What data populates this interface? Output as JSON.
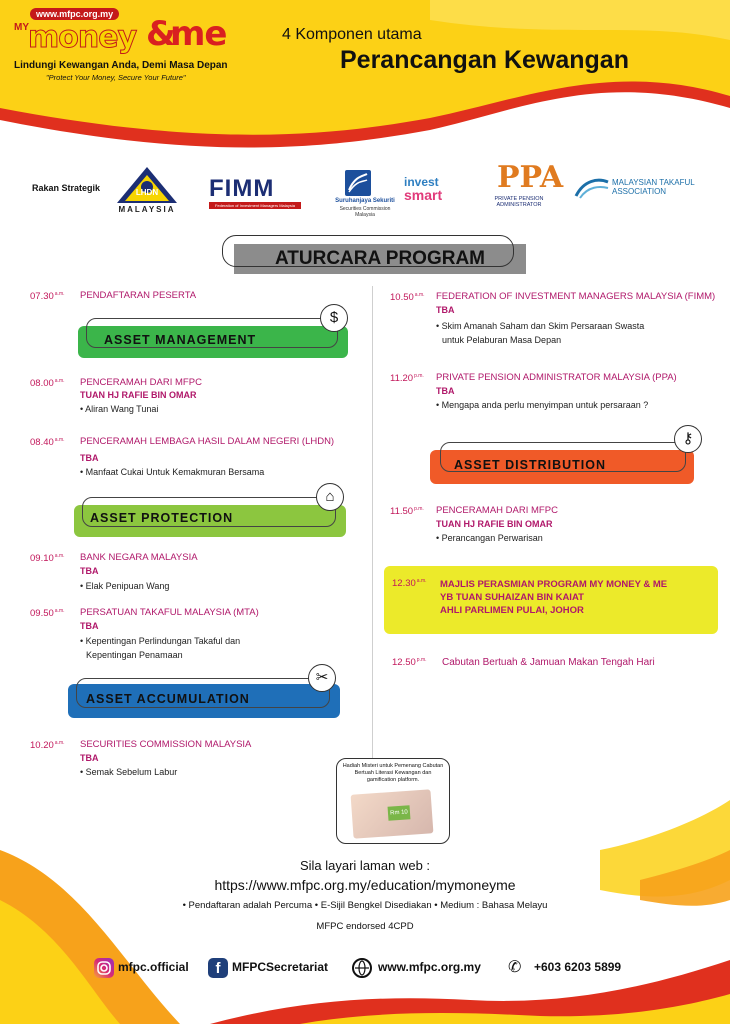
{
  "header": {
    "logo_url": "www.mfpc.org.my",
    "logo_my": "MY",
    "logo_money": "money",
    "logo_amp": "&",
    "logo_me": "me",
    "logo_tagline": "Lindungi Kewangan Anda, Demi Masa Depan",
    "logo_tagline_en": "\"Protect Your Money, Secure Your Future\"",
    "subtitle": "4 Komponen utama",
    "title": "Perancangan Kewangan"
  },
  "partners": {
    "label": "Rakan Strategik",
    "lhdn": "MALAYSIA",
    "lhdn_mark": "LHDN",
    "fimm": "FIMM",
    "fimm_sub": "Federation of Investment Managers Malaysia",
    "sc_name": "Suruhanjaya Sekuriti",
    "sc_en": "Securities Commission",
    "sc_country": "Malaysia",
    "invest": "invest",
    "smart": "smart",
    "ppa": "PPA",
    "ppa_text": "PRIVATE PENSION ADMINISTRATOR",
    "mta_line1": "MALAYSIAN TAKAFUL",
    "mta_line2": "ASSOCIATION"
  },
  "program_title": "ATURCARA PROGRAM",
  "sections": {
    "asset_management": "ASSET MANAGEMENT",
    "asset_protection": "ASSET PROTECTION",
    "asset_accumulation": "ASSET ACCUMULATION",
    "asset_distribution": "ASSET DISTRIBUTION"
  },
  "icons": {
    "asset_management": "gear-dollar-icon",
    "asset_protection": "house-icon",
    "asset_accumulation": "tools-icon",
    "asset_distribution": "key-icon"
  },
  "colors": {
    "green": "#3bb54a",
    "blue": "#1f6fb8",
    "orange": "#f05a28",
    "yellow": "#ecea2a",
    "magenta": "#b0186a",
    "header_yellow": "#fcd116"
  },
  "left": {
    "e1": {
      "time": "07.30",
      "ampm": "a.m.",
      "title": "PENDAFTARAN PESERTA"
    },
    "e2": {
      "time": "08.00",
      "ampm": "a.m.",
      "title": "PENCERAMAH DARI MFPC",
      "speaker": "TUAN HJ RAFIE BIN OMAR",
      "b1": "• Aliran Wang Tunai"
    },
    "e3": {
      "time": "08.40",
      "ampm": "a.m.",
      "title": "PENCERAMAH LEMBAGA HASIL DALAM NEGERI (LHDN)",
      "speaker": "TBA",
      "b1": "• Manfaat Cukai Untuk Kemakmuran Bersama"
    },
    "e4": {
      "time": "09.10",
      "ampm": "a.m.",
      "title": "BANK NEGARA MALAYSIA",
      "speaker": "TBA",
      "b1": "• Elak Penipuan Wang"
    },
    "e5": {
      "time": "09.50",
      "ampm": "a.m.",
      "title": "PERSATUAN TAKAFUL MALAYSIA (MTA)",
      "speaker": "TBA",
      "b1": "• Kepentingan Perlindungan Takaful dan",
      "b2": "Kepentingan Penamaan"
    },
    "e6": {
      "time": "10.20",
      "ampm": "a.m.",
      "title": "SECURITIES COMMISSION MALAYSIA",
      "speaker": "TBA",
      "b1": "• Semak Sebelum Labur"
    }
  },
  "right": {
    "e1": {
      "time": "10.50",
      "ampm": "a.m.",
      "title": "FEDERATION OF INVESTMENT MANAGERS MALAYSIA (FIMM)",
      "speaker": "TBA",
      "b1": "• Skim Amanah Saham dan Skim Persaraan Swasta",
      "b2": "untuk Pelaburan Masa Depan"
    },
    "e2": {
      "time": "11.20",
      "ampm": "p.m.",
      "title": "PRIVATE PENSION ADMINISTRATOR MALAYSIA (PPA)",
      "speaker": "TBA",
      "b1": "• Mengapa anda perlu menyimpan untuk persaraan ?"
    },
    "e3": {
      "time": "11.50",
      "ampm": "p.m.",
      "title": "PENCERAMAH DARI MFPC",
      "speaker": "TUAN HJ RAFIE BIN OMAR",
      "b1": "• Perancangan Perwarisan"
    },
    "e4": {
      "time": "12.30",
      "ampm": "a.m.",
      "l1": "MAJLIS PERASMIAN PROGRAM MY MONEY & ME",
      "l2": "YB TUAN SUHAIZAN BIN KAIAT",
      "l3": "AHLI PARLIMEN PULAI, JOHOR"
    },
    "e5": {
      "time": "12.50",
      "ampm": "p.m.",
      "title": "Cabutan Bertuah & Jamuan Makan Tengah Hari"
    }
  },
  "prize": {
    "text": "Hadiah Misteri untuk Pemenang Cabutan Bertuah Literasi Kewangan dan gamification platform.",
    "card_text": "Rm 10"
  },
  "footer": {
    "visit": "Sila layari laman web :",
    "url": "https://www.mfpc.org.my/education/mymoneyme",
    "notes": "• Pendaftaran adalah Percuma  • E-Sijil Bengkel Disediakan  • Medium : Bahasa Melayu",
    "cpd": "MFPC endorsed 4CPD",
    "instagram": "mfpc.official",
    "facebook": "MFPCSecretariat",
    "website": "www.mfpc.org.my",
    "phone": "+603 6203 5899"
  }
}
